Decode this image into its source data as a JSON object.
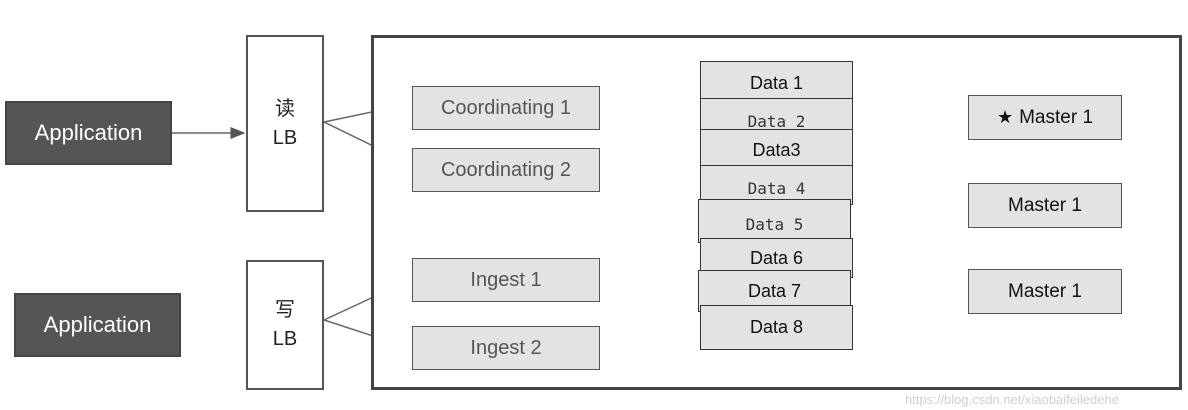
{
  "applications": [
    "Application",
    "Application"
  ],
  "load_balancers": [
    {
      "top": "读",
      "bottom": "LB"
    },
    {
      "top": "写",
      "bottom": "LB"
    }
  ],
  "coordinating_nodes": [
    "Coordinating 1",
    "Coordinating 2"
  ],
  "ingest_nodes": [
    "Ingest 1",
    "Ingest 2"
  ],
  "data_nodes": [
    "Data 1",
    "Data 2",
    "Data3",
    "Data 4",
    "Data 5",
    "Data 6",
    "Data 7",
    "Data 8"
  ],
  "master_nodes": [
    "Master 1",
    "Master 1",
    "Master 1"
  ],
  "watermark": "https://blog.csdn.net/xiaobaifeiledehe"
}
